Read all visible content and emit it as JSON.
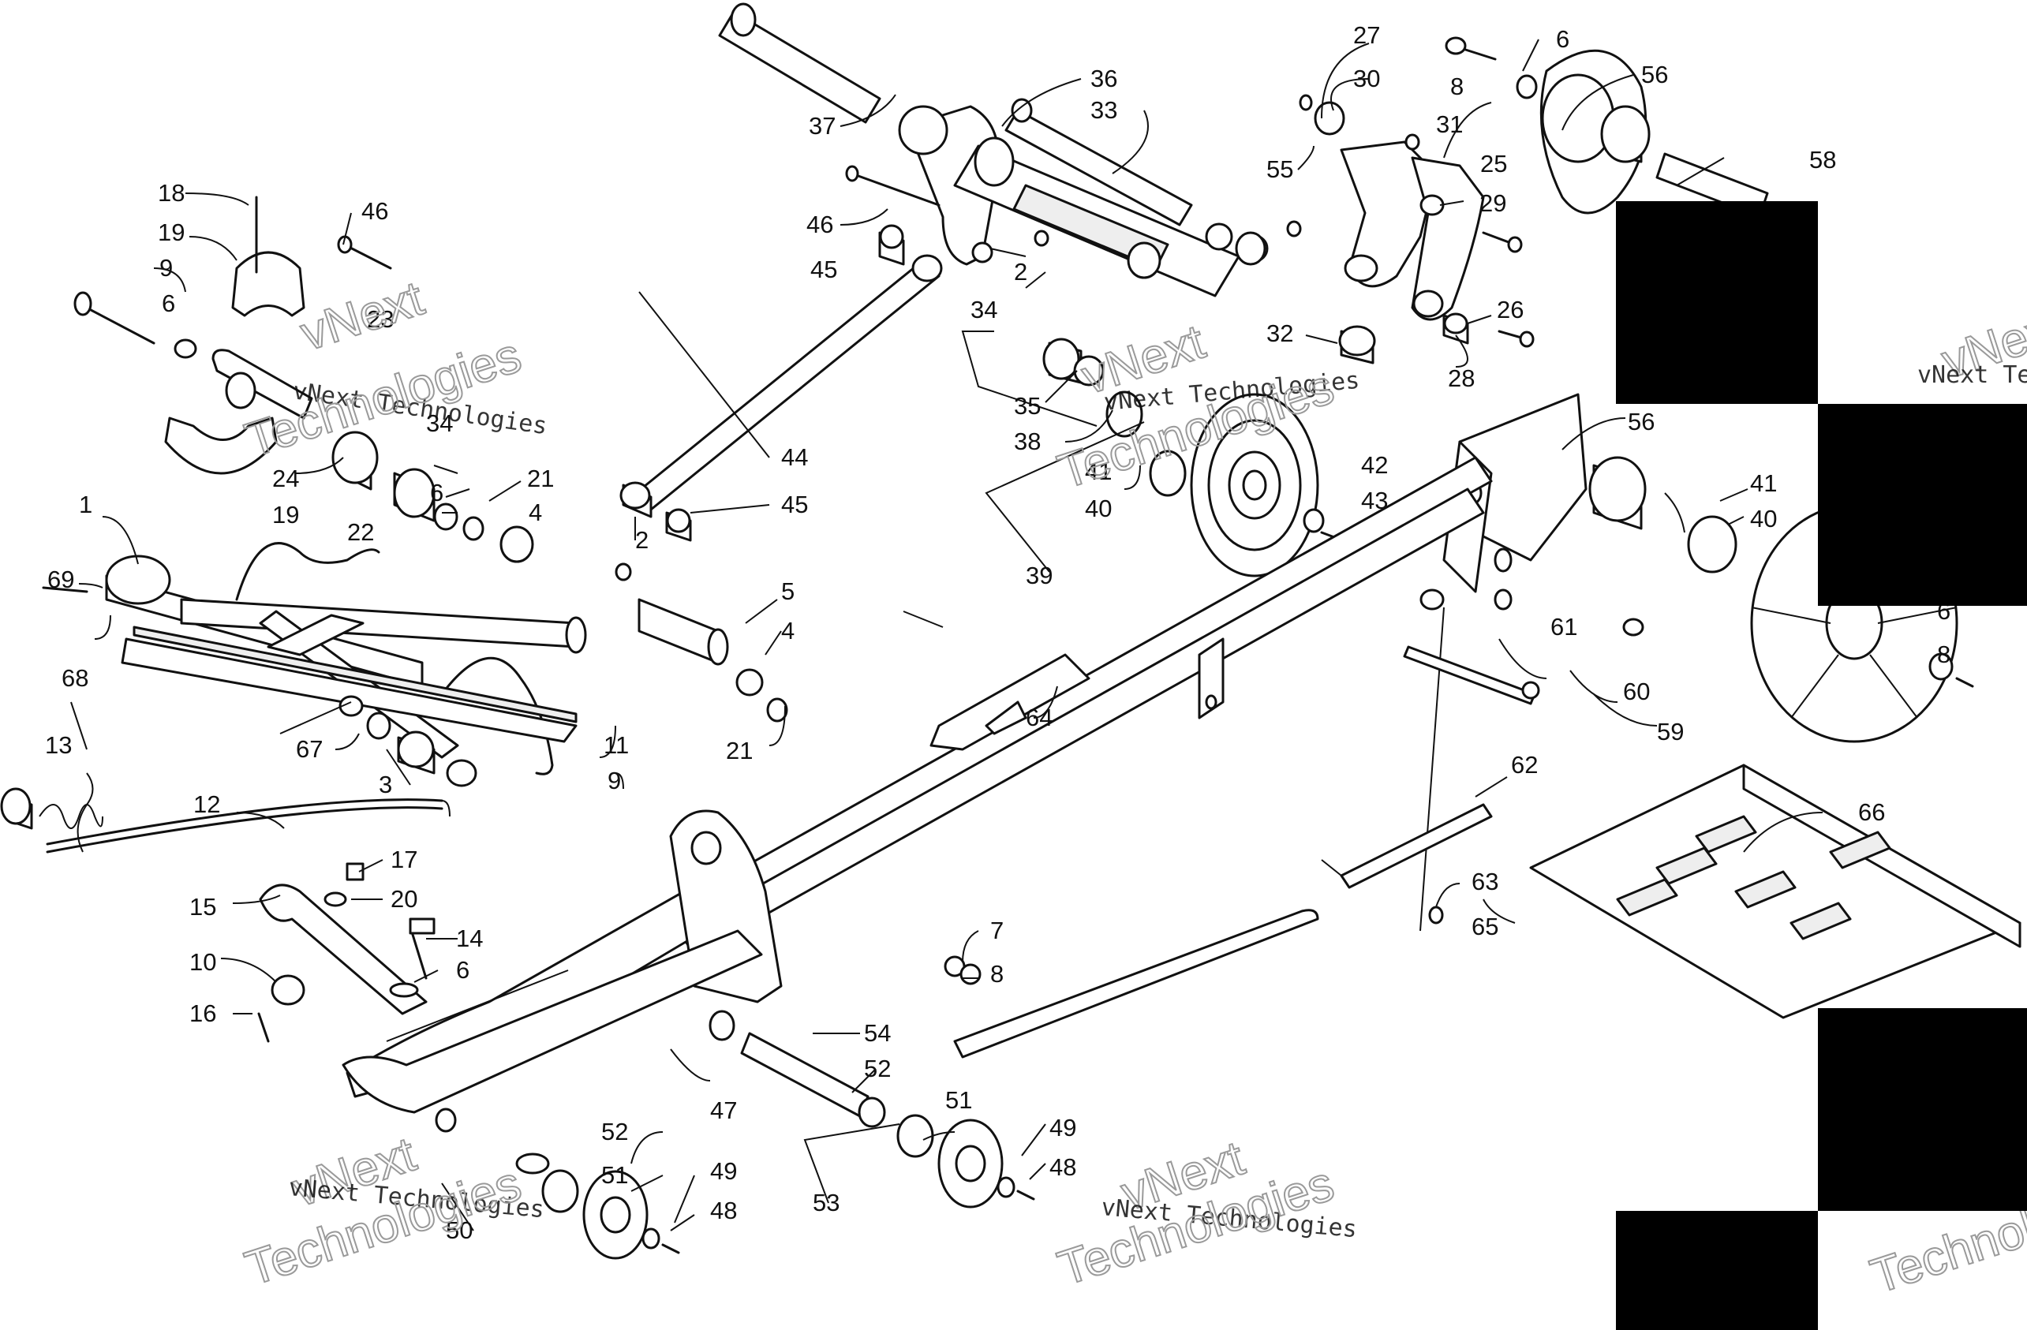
{
  "callouts": {
    "c27": "27",
    "c6a": "6",
    "c56a": "56",
    "c30": "30",
    "c8a": "8",
    "c36": "36",
    "c33": "33",
    "c37": "37",
    "c31": "31",
    "c25": "25",
    "c58": "58",
    "c18": "18",
    "c46a": "46",
    "c55": "55",
    "c29": "29",
    "c19a": "19",
    "c9a": "9",
    "c6b": "6",
    "c46b": "46",
    "c45a": "45",
    "c2a": "2",
    "c34a": "34",
    "c26": "26",
    "c23": "23",
    "c32": "32",
    "c28": "28",
    "c34b": "34",
    "c56b": "56",
    "c35": "35",
    "c38": "38",
    "c41a": "41",
    "c24": "24",
    "c6c": "6",
    "c21a": "21",
    "c40a": "40",
    "c19b": "19",
    "c22": "22",
    "c4a": "4",
    "c44": "44",
    "c42": "42",
    "c43": "43",
    "c41b": "41",
    "c40b": "40",
    "c1": "1",
    "c45b": "45",
    "c2b": "2",
    "c39": "39",
    "c69": "69",
    "c5": "5",
    "c61": "61",
    "c4b": "4",
    "c6d": "6",
    "c8b": "8",
    "c68": "68",
    "c60": "60",
    "c64": "64",
    "c67": "67",
    "c21b": "21",
    "c59": "59",
    "c13": "13",
    "c11": "11",
    "c3": "3",
    "c9b": "9",
    "c62": "62",
    "c12": "12",
    "c66": "66",
    "c17": "17",
    "c63": "63",
    "c20": "20",
    "c15": "15",
    "c14": "14",
    "c65": "65",
    "c7": "7",
    "c10": "10",
    "c6e": "6",
    "c8c": "8",
    "c16": "16",
    "c54": "54",
    "c52a": "52",
    "c47": "47",
    "c51a": "51",
    "c49a": "49",
    "c52b": "52",
    "c51b": "51",
    "c48a": "48",
    "c49b": "49",
    "c53": "53",
    "c48b": "48",
    "c50": "50"
  },
  "watermark": {
    "line1": "vNext",
    "line2": "vNext Technologies",
    "line3": "Technologies"
  }
}
